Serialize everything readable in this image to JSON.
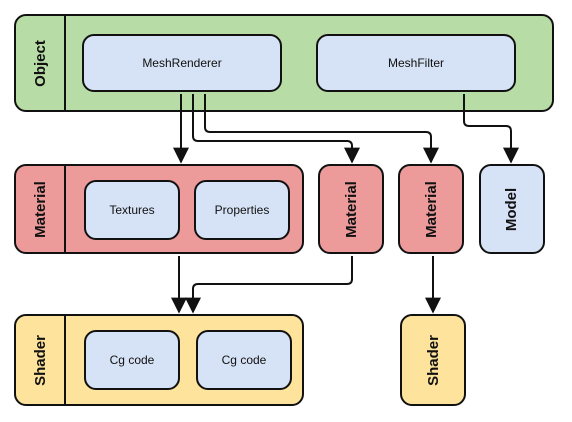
{
  "object": {
    "label": "Object",
    "components": [
      "MeshRenderer",
      "MeshFilter"
    ]
  },
  "material_main": {
    "label": "Material",
    "components": [
      "Textures",
      "Properties"
    ]
  },
  "material_2": {
    "label": "Material"
  },
  "material_3": {
    "label": "Material"
  },
  "model": {
    "label": "Model"
  },
  "shader_main": {
    "label": "Shader",
    "components": [
      "Cg code",
      "Cg code"
    ]
  },
  "shader_2": {
    "label": "Shader"
  },
  "colors": {
    "object": "#b7dca5",
    "material": "#ec9a9a",
    "shader": "#fde39c",
    "component": "#d6e2f5",
    "stroke": "#111111"
  }
}
